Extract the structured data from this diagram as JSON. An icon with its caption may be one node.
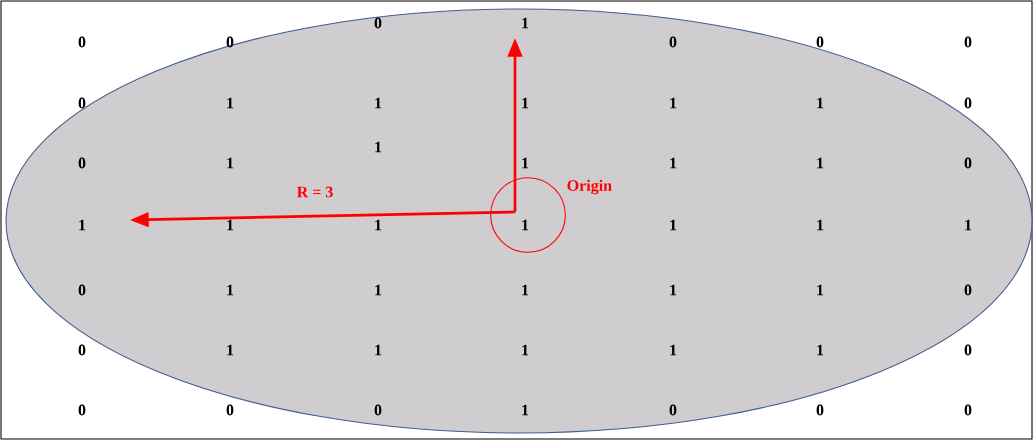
{
  "diagram": {
    "nodes": [
      {
        "text": [],
        "shape": "circle",
        "beside": [
          "Origin"
        ]
      }
    ],
    "labels": [
      "0",
      "0",
      "0",
      "1",
      "0",
      "0",
      "0",
      "0",
      "1",
      "1",
      "1",
      "1",
      "1",
      "0",
      "0",
      "1",
      "1",
      "1",
      "1",
      "1",
      "0",
      "R = 3",
      "1",
      "1",
      "1",
      "1",
      "1",
      "1",
      "1",
      "0",
      "1",
      "1",
      "1",
      "1",
      "1",
      "0",
      "0",
      "1",
      "1",
      "1",
      "1",
      "1",
      "0",
      "0",
      "0",
      "0",
      "1",
      "0",
      "0",
      "0"
    ]
  }
}
